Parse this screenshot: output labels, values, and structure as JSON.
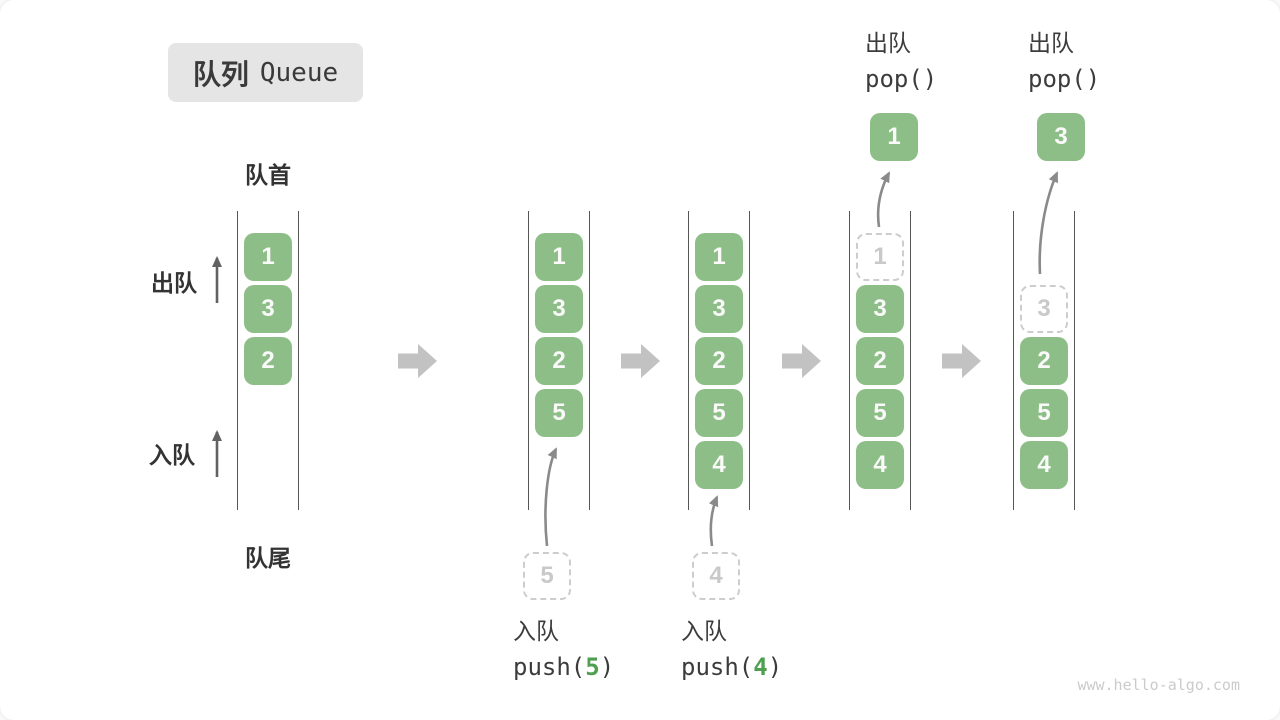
{
  "title": {
    "zh": "队列",
    "en": "Queue"
  },
  "labels": {
    "front": "队首",
    "rear": "队尾",
    "dequeue_side": "出队",
    "enqueue_side": "入队"
  },
  "queues": [
    {
      "name": "state-1",
      "cells": [
        {
          "slot": 0,
          "value": "1",
          "style": "filled"
        },
        {
          "slot": 1,
          "value": "3",
          "style": "filled"
        },
        {
          "slot": 2,
          "value": "2",
          "style": "filled"
        }
      ]
    },
    {
      "name": "state-2-after-push-5",
      "cells": [
        {
          "slot": 0,
          "value": "1",
          "style": "filled"
        },
        {
          "slot": 1,
          "value": "3",
          "style": "filled"
        },
        {
          "slot": 2,
          "value": "2",
          "style": "filled"
        },
        {
          "slot": 3,
          "value": "5",
          "style": "filled"
        }
      ],
      "staged_value": "5",
      "op_bottom": {
        "label": "入队",
        "code_pre": "push(",
        "code_arg": "5",
        "code_post": ")"
      }
    },
    {
      "name": "state-3-after-push-4",
      "cells": [
        {
          "slot": 0,
          "value": "1",
          "style": "filled"
        },
        {
          "slot": 1,
          "value": "3",
          "style": "filled"
        },
        {
          "slot": 2,
          "value": "2",
          "style": "filled"
        },
        {
          "slot": 3,
          "value": "5",
          "style": "filled"
        },
        {
          "slot": 4,
          "value": "4",
          "style": "filled"
        }
      ],
      "staged_value": "4",
      "op_bottom": {
        "label": "入队",
        "code_pre": "push(",
        "code_arg": "4",
        "code_post": ")"
      }
    },
    {
      "name": "state-4-after-pop-1",
      "cells": [
        {
          "slot": 0,
          "value": "1",
          "style": "dashed"
        },
        {
          "slot": 1,
          "value": "3",
          "style": "filled"
        },
        {
          "slot": 2,
          "value": "2",
          "style": "filled"
        },
        {
          "slot": 3,
          "value": "5",
          "style": "filled"
        },
        {
          "slot": 4,
          "value": "4",
          "style": "filled"
        }
      ],
      "popped_value": "1",
      "op_top": {
        "label": "出队",
        "code": "pop()"
      }
    },
    {
      "name": "state-5-after-pop-3",
      "cells": [
        {
          "slot": 1,
          "value": "3",
          "style": "dashed"
        },
        {
          "slot": 2,
          "value": "2",
          "style": "filled"
        },
        {
          "slot": 3,
          "value": "5",
          "style": "filled"
        },
        {
          "slot": 4,
          "value": "4",
          "style": "filled"
        }
      ],
      "popped_value": "3",
      "op_top": {
        "label": "出队",
        "code": "pop()"
      }
    }
  ],
  "watermark": "www.hello-algo.com",
  "colors": {
    "cell_green": "#8EBE87",
    "code_arg_green": "#4E9F50",
    "block_arrow_gray": "#C2C2C2",
    "thin_arrow_gray": "#828282",
    "text_dark": "#3C3C3C",
    "muted_gray": "#C9C9C9",
    "title_bg": "#E5E5E5"
  }
}
